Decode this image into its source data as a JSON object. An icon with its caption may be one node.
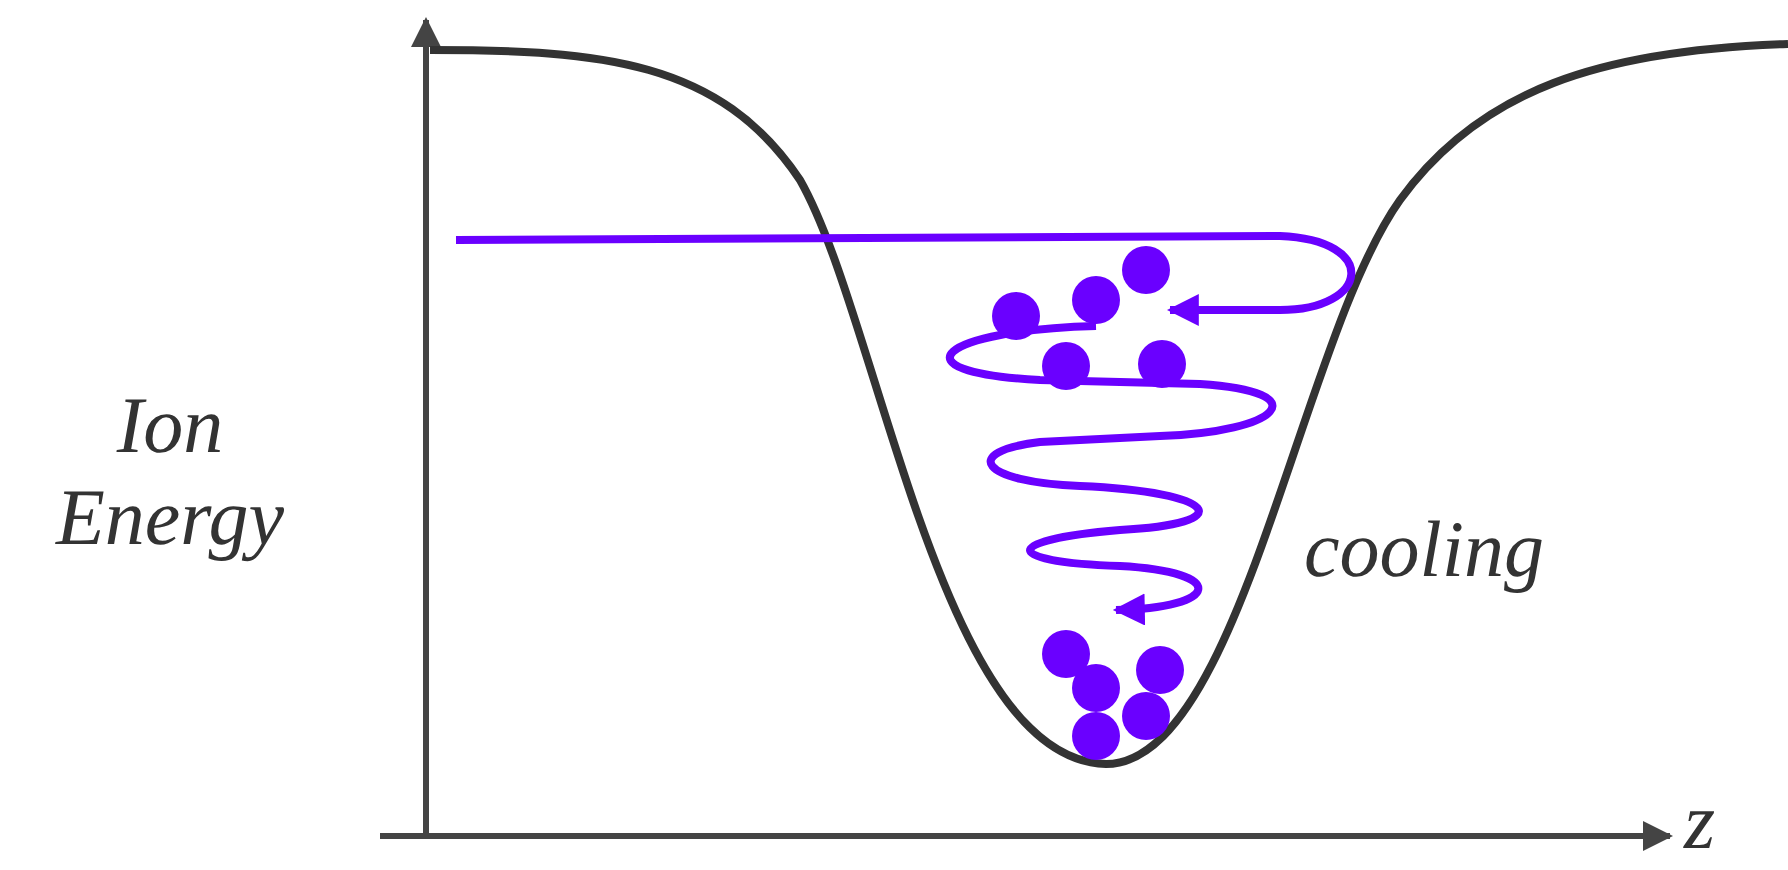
{
  "diagram": {
    "labels": [
      "Ion Energy",
      "cooling",
      "z"
    ]
  }
}
